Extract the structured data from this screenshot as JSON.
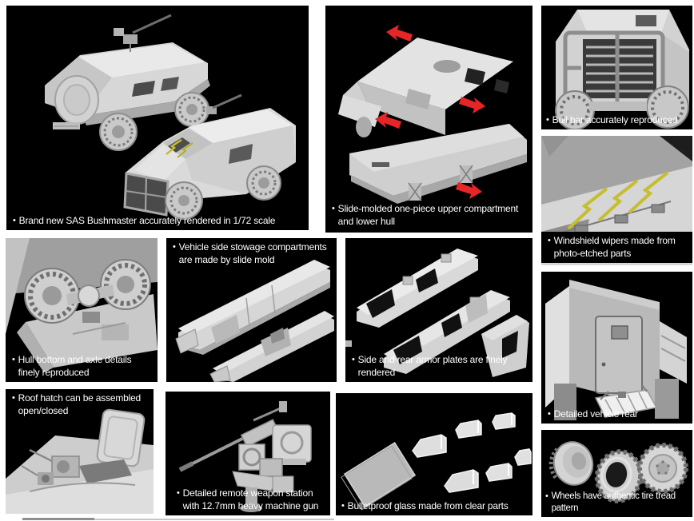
{
  "bullet": "•",
  "colors": {
    "page_bg": "#ffffff",
    "panel_bg": "#000000",
    "caption_text": "#ffffff",
    "render_light_gray": "#d9d9d9",
    "render_mid_gray": "#bfbfbf",
    "render_dark_gray": "#8f8f8f",
    "arrow_red": "#e52528",
    "wiper_yellow": "#c6bd2f"
  },
  "panels": [
    {
      "id": "bushmaster-overview",
      "caption": "Brand new SAS Bushmaster accurately rendered in 1/72 scale"
    },
    {
      "id": "upper-lower-hull",
      "caption": "Slide-molded one-piece upper compartment and lower hull"
    },
    {
      "id": "bull-bar",
      "caption": "Bull bar accurately reproduced"
    },
    {
      "id": "windshield-wipers",
      "caption": "Windshield wipers made from photo-etched parts"
    },
    {
      "id": "hull-bottom",
      "caption": "Hull bottom and axle details finely reproduced"
    },
    {
      "id": "side-stowage",
      "caption": "Vehicle side stowage compartments are made by slide mold"
    },
    {
      "id": "armor-plates",
      "caption": "Side and rear armor plates are finely rendered"
    },
    {
      "id": "vehicle-rear",
      "caption": "Detailed vehicle rear"
    },
    {
      "id": "roof-hatch",
      "caption": "Roof hatch can be assembled open/closed"
    },
    {
      "id": "weapon-station",
      "caption": "Detailed remote weapon station with 12.7mm heavy machine gun"
    },
    {
      "id": "bulletproof-glass",
      "caption": "Bulletproof glass made from clear parts"
    },
    {
      "id": "wheels",
      "caption": "Wheels have authentic tire tread pattern"
    }
  ]
}
